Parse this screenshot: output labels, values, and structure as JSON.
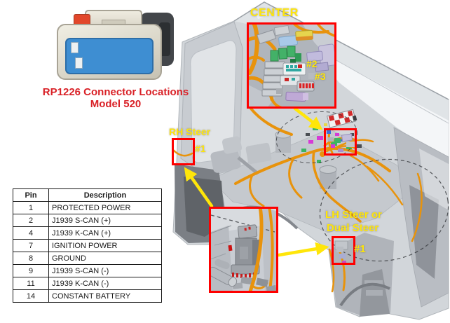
{
  "connector_figure": {
    "caption_line1": "RP1226 Connector Locations",
    "caption_line2": "Model 520",
    "icon": "rp1226-connector-photo",
    "pins_per_row": 7,
    "pin_rows": 2
  },
  "pin_table": {
    "headers": [
      "Pin",
      "Description"
    ],
    "rows": [
      [
        "1",
        "PROTECTED POWER"
      ],
      [
        "2",
        "J1939 S-CAN (+)"
      ],
      [
        "4",
        "J1939 K-CAN (+)"
      ],
      [
        "7",
        "IGNITION POWER"
      ],
      [
        "8",
        "GROUND"
      ],
      [
        "9",
        "J1939 S-CAN (-)"
      ],
      [
        "11",
        "J1939 K-CAN (-)"
      ],
      [
        "14",
        "CONSTANT BATTERY"
      ]
    ]
  },
  "diagram": {
    "location_labels": {
      "center": "CENTER",
      "center_item_2": "#2",
      "center_item_3": "#3",
      "rh_steer": "RH Steer",
      "rh_steer_item": "#1",
      "lh_steer_line1": "LH Steer or",
      "lh_steer_line2": "Dual Steer",
      "lh_steer_item": "#1"
    },
    "colors": {
      "highlight_box": "#fe0000",
      "label_text": "#ffe60a",
      "caption_text": "#d92127",
      "harness_orange": "#e8930c"
    }
  }
}
